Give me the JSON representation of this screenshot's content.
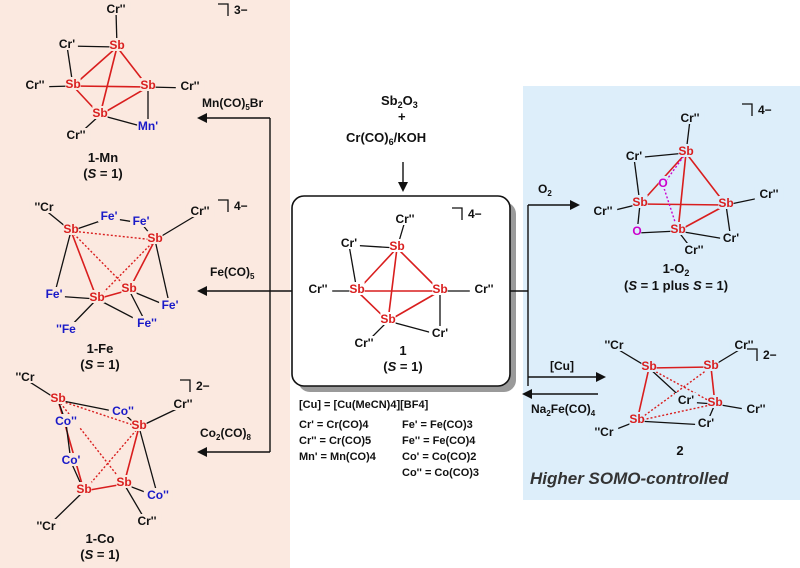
{
  "colors": {
    "left_panel": "#fbe9e0",
    "right_panel": "#ddeefa",
    "sb": "#d91e1e",
    "bond_red": "#d91e1e",
    "metal_blue": "#1a1ac8",
    "oxygen": "#cc00cc",
    "text": "#111111"
  },
  "atoms": {
    "sb": "Sb",
    "fe_p": "Fe'",
    "fe_pp": "Fe''",
    "fe_pp_l": "''Fe",
    "co_p": "Co'",
    "co_pp": "Co''",
    "mn_p": "Mn'",
    "cr_p": "Cr'",
    "cr_pp": "Cr''",
    "cr_pp_l": "''Cr",
    "o": "O"
  },
  "compounds": {
    "mn": {
      "label": "1-Mn",
      "spin": "(S = 1)",
      "charge": "3−"
    },
    "fe": {
      "label": "1-Fe",
      "spin": "(S = 1)",
      "charge": "4−"
    },
    "co": {
      "label": "1-Co",
      "spin": "(S = 1)",
      "charge": "2−"
    },
    "center": {
      "label": "1",
      "spin": "(S = 1)",
      "charge": "4−"
    },
    "o2": {
      "label": "1-O",
      "label_sub": "2",
      "spin": "(S = 1 plus S = 1)",
      "charge": "4−"
    },
    "two": {
      "label": "2",
      "charge": "2−"
    }
  },
  "reagents": {
    "sb2o3": "Sb2O3",
    "plus": "+",
    "cr_koh": "Cr(CO)6/KOH",
    "mn_reagent": "Mn(CO)5Br",
    "fe_reagent": "Fe(CO)5",
    "co_reagent": "Co2(CO)8",
    "o2_reagent": "O2",
    "cu_reagent": "[Cu]",
    "na_reagent": "Na2Fe(CO)4"
  },
  "legend": [
    "[Cu] = [Cu(MeCN)4][BF4]",
    "Cr' = Cr(CO)4",
    "Cr'' = Cr(CO)5",
    "Mn' = Mn(CO)4",
    "Fe' = Fe(CO)3",
    "Fe'' = Fe(CO)4",
    "Co' = Co(CO)2",
    "Co'' = Co(CO)3"
  ],
  "caption": "Higher SOMO-controlled"
}
